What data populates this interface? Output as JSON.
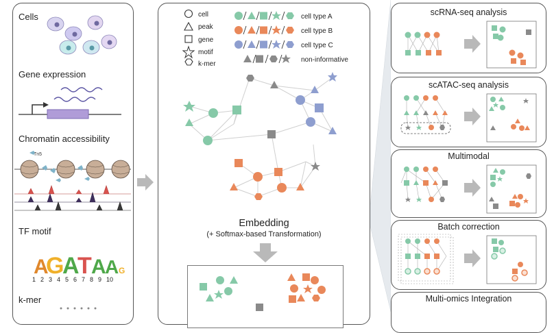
{
  "colors": {
    "typeA": "#86c9a8",
    "typeB": "#e9885a",
    "typeC": "#8e9ecf",
    "gray": "#8a8a8a",
    "teal_shape": "#7fc4a6",
    "orange_shape": "#ec8a5c",
    "connector": "#d8dde3"
  },
  "left_panel": {
    "sections": [
      {
        "label": "Cells"
      },
      {
        "label": "Gene expression"
      },
      {
        "label": "Chromatin accessibility",
        "sub_label": "Tn5"
      },
      {
        "label": "TF motif",
        "motif_letters": "AGATAA",
        "positions": [
          "1",
          "2",
          "3",
          "4",
          "5",
          "6",
          "7",
          "8",
          "9",
          "10"
        ]
      },
      {
        "label": "k-mer"
      }
    ]
  },
  "center_panel": {
    "legend_left": [
      {
        "icon": "circle-icon",
        "label": "cell"
      },
      {
        "icon": "triangle-icon",
        "label": "peak"
      },
      {
        "icon": "square-icon",
        "label": "gene"
      },
      {
        "icon": "star-icon",
        "label": "motif"
      },
      {
        "icon": "hexagon-icon",
        "label": "k-mer"
      }
    ],
    "legend_right": [
      {
        "label": "cell type A"
      },
      {
        "label": "cell type B"
      },
      {
        "label": "cell type C"
      },
      {
        "label": "non-informative"
      }
    ],
    "embedding_title": "Embedding",
    "embedding_subtitle": "(+ Softmax-based Transformation)"
  },
  "right_panels": [
    {
      "title": "scRNA-seq analysis"
    },
    {
      "title": "scATAC-seq analysis"
    },
    {
      "title": "Multimodal"
    },
    {
      "title": "Batch correction"
    },
    {
      "title": "Multi-omics Integration"
    }
  ]
}
